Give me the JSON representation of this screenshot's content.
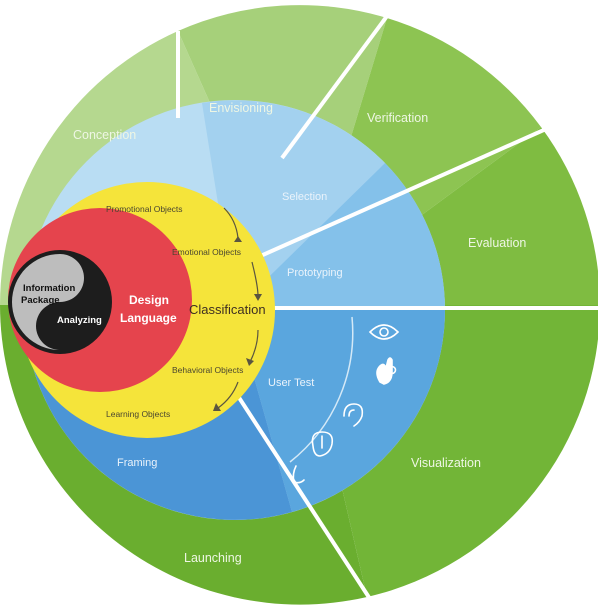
{
  "outer_ring": {
    "conception": "Conception",
    "envisioning": "Envisioning",
    "verification": "Verification",
    "evaluation": "Evaluation",
    "visualization": "Visualization",
    "launching": "Launching"
  },
  "blue_ring": {
    "selection": "Selection",
    "prototyping": "Prototyping",
    "user_test": "User Test",
    "framing": "Framing"
  },
  "sense_icons": [
    "eye-icon",
    "hand-icon",
    "ear-icon",
    "tongue-icon",
    "nose-icon"
  ],
  "yellow_ring": {
    "promotional_objects": "Promotional Objects",
    "emotional_objects": "Emotional Objects",
    "classification": "Classification",
    "behavioral_objects": "Behavioral Objects",
    "learning_objects": "Learning Objects"
  },
  "red_circle": {
    "design": "Design",
    "language": "Language"
  },
  "core": {
    "information": "Information",
    "package": "Package",
    "analyzing": "Analyzing"
  },
  "colors": {
    "outer_light_green": "#b5d88f",
    "outer_green": "#7fbc41",
    "outer_dark_green": "#6aae2f",
    "light_blue": "#b9ddf3",
    "mid_blue": "#84c1ea",
    "blue": "#5aa6de",
    "deep_blue": "#4b95d6",
    "yellow": "#f5e43a",
    "red": "#e5444d",
    "black": "#1d1d1d",
    "gray": "#bdbdbd"
  }
}
